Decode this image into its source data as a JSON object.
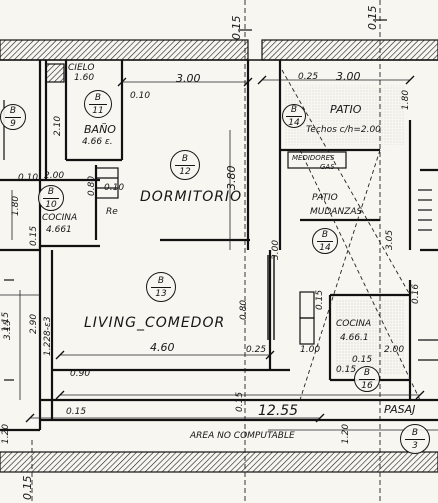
{
  "plan": {
    "rooms": {
      "bano": {
        "name": "BAÑO",
        "area": "4.66 ε.",
        "num_top": "B",
        "num_bottom": "11"
      },
      "dormitorio": {
        "name": "DORMITORIO",
        "num_top": "B",
        "num_bottom": "12"
      },
      "cocina_left": {
        "name": "COCINA",
        "area": "4.661",
        "num_top": "B",
        "num_bottom": "10"
      },
      "living": {
        "name": "LIVING_COMEDOR",
        "num_top": "B",
        "num_bottom": "13"
      },
      "patio": {
        "name": "PATIO",
        "num_top": "B",
        "num_bottom": "14"
      },
      "patio_mudanzas": {
        "line1": "PATIO",
        "line2": "MUDANZAS"
      },
      "cocina_right": {
        "name": "COCINA",
        "area": "4.66.1",
        "num_top": "B",
        "num_bottom": "16"
      },
      "bubble_left": {
        "num_top": "B",
        "num_bottom": "9"
      },
      "bubble_mid": {
        "num_top": "B",
        "num_bottom": "14"
      },
      "bubble_right": {
        "num_top": "B",
        "num_bottom": "3"
      },
      "pasaje": {
        "name": "PASAJ"
      }
    },
    "notes": {
      "cielo": "CIELO",
      "cielo_val": "1.60",
      "techos": "Techos c/h=2.00",
      "medidores": "MEDIDORES",
      "gas": "GAS",
      "re": "Re",
      "area_no_computable": "AREA NO COMPUTABLE"
    },
    "dims": {
      "d_3_00_top": "3.00",
      "d_3_00_right": "3.00",
      "d_0_25": "0.25",
      "d_0_10": "0.10",
      "d_0_15_top_left": "0.15",
      "d_0_15_top_right": "0.15",
      "d_3_80_dorm": "3.80",
      "d_2_10": "2.10",
      "d_2_00_left": "2.00",
      "d_0_10_b": "0.10",
      "d_0_80": "0.80",
      "d_1_80_left": "1.80",
      "d_1_80_patio": "1.80",
      "d_0_15_cocina": "0.15",
      "d_0_15_pat": "0.15",
      "d_4_60": "4.60",
      "d_0_25_b": "0.25",
      "d_1_00": "1.00",
      "d_2_00_right": "2.00",
      "d_0_90": "0.90",
      "d_12_55": "12.55",
      "d_0_15_bottom": "0.15",
      "d_1_20_left": "1.20",
      "d_1_20_right": "1.20",
      "d_2_90": "2.90",
      "d_1_228": "1.228-ε3",
      "d_0_15_left": "0.15",
      "d_3_15": "3.15",
      "d_0_80_living": "0.80",
      "d_3_05": "3.05",
      "d_1_15": "1.15",
      "d_3_00_vert": "3.00",
      "d_0_16": "0.16",
      "d_0_15_right": "0.15",
      "d_0_15_mid": "0.15",
      "d_0_15_v2": "0.15"
    }
  }
}
